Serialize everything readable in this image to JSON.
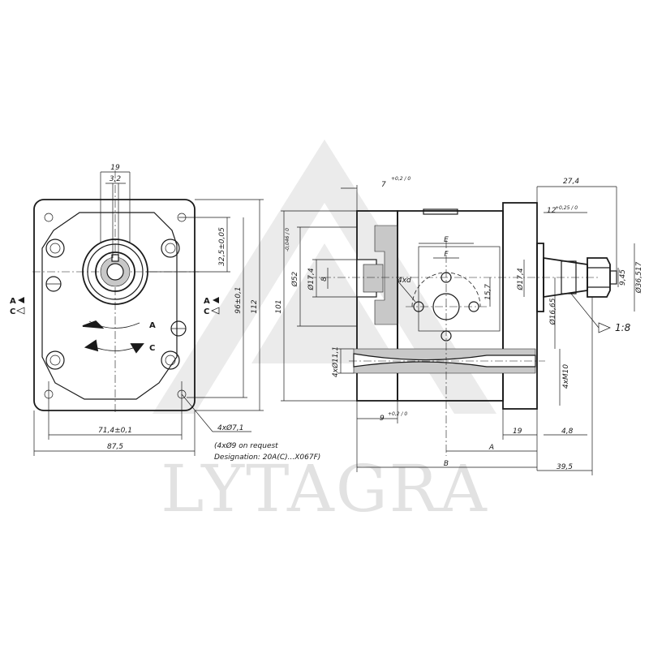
{
  "watermark": {
    "brand": "LYTAGRA"
  },
  "front_view": {
    "dims": {
      "shaft_flat": "19",
      "key_width": "3,2",
      "bolt_offset": "32,5±0,05",
      "bolt_spacing_v": "96±0,1",
      "height": "112",
      "bolt_spacing_h": "71,4±0,1",
      "width": "87,5",
      "holes": "4xØ7,1"
    },
    "notes": {
      "holes_request": "(4xØ9 on request",
      "designation": "Designation: 20A(C)...X067F)"
    },
    "rotation": {
      "a": "A",
      "c": "C"
    },
    "ports_left": {
      "a": "A",
      "c": "C"
    },
    "ports_right": {
      "a": "A",
      "c": "C"
    }
  },
  "side_view": {
    "dims": {
      "flange_thickness": "7",
      "flange_tol": "+0,2 / 0",
      "overall_height": "101",
      "pilot_dia": "Ø52",
      "pilot_tol": "-0,046 / 0",
      "port_dia": "Ø17,4",
      "port_depth": "8",
      "thread_depth": "4xd",
      "dim_e": "E",
      "dim_f": "F",
      "port_h": "15,7",
      "port_dia_right": "Ø17,4",
      "bore": "4xØ11,1",
      "tie_rods": "4xM10",
      "spacer": "9",
      "spacer_tol": "+0,2 / 0",
      "rear_cover": "19",
      "dim_a": "A",
      "dim_b": "B",
      "shaft_length": "27,4",
      "shaft_step": "12",
      "shaft_step_tol": "+0,25 / 0",
      "thread_len": "9,45",
      "thread_dia": "Ø36,517",
      "cone_dia": "Ø16,65",
      "taper": "1:8",
      "shaft_offset": "4,8",
      "protrusion": "39,5"
    }
  }
}
